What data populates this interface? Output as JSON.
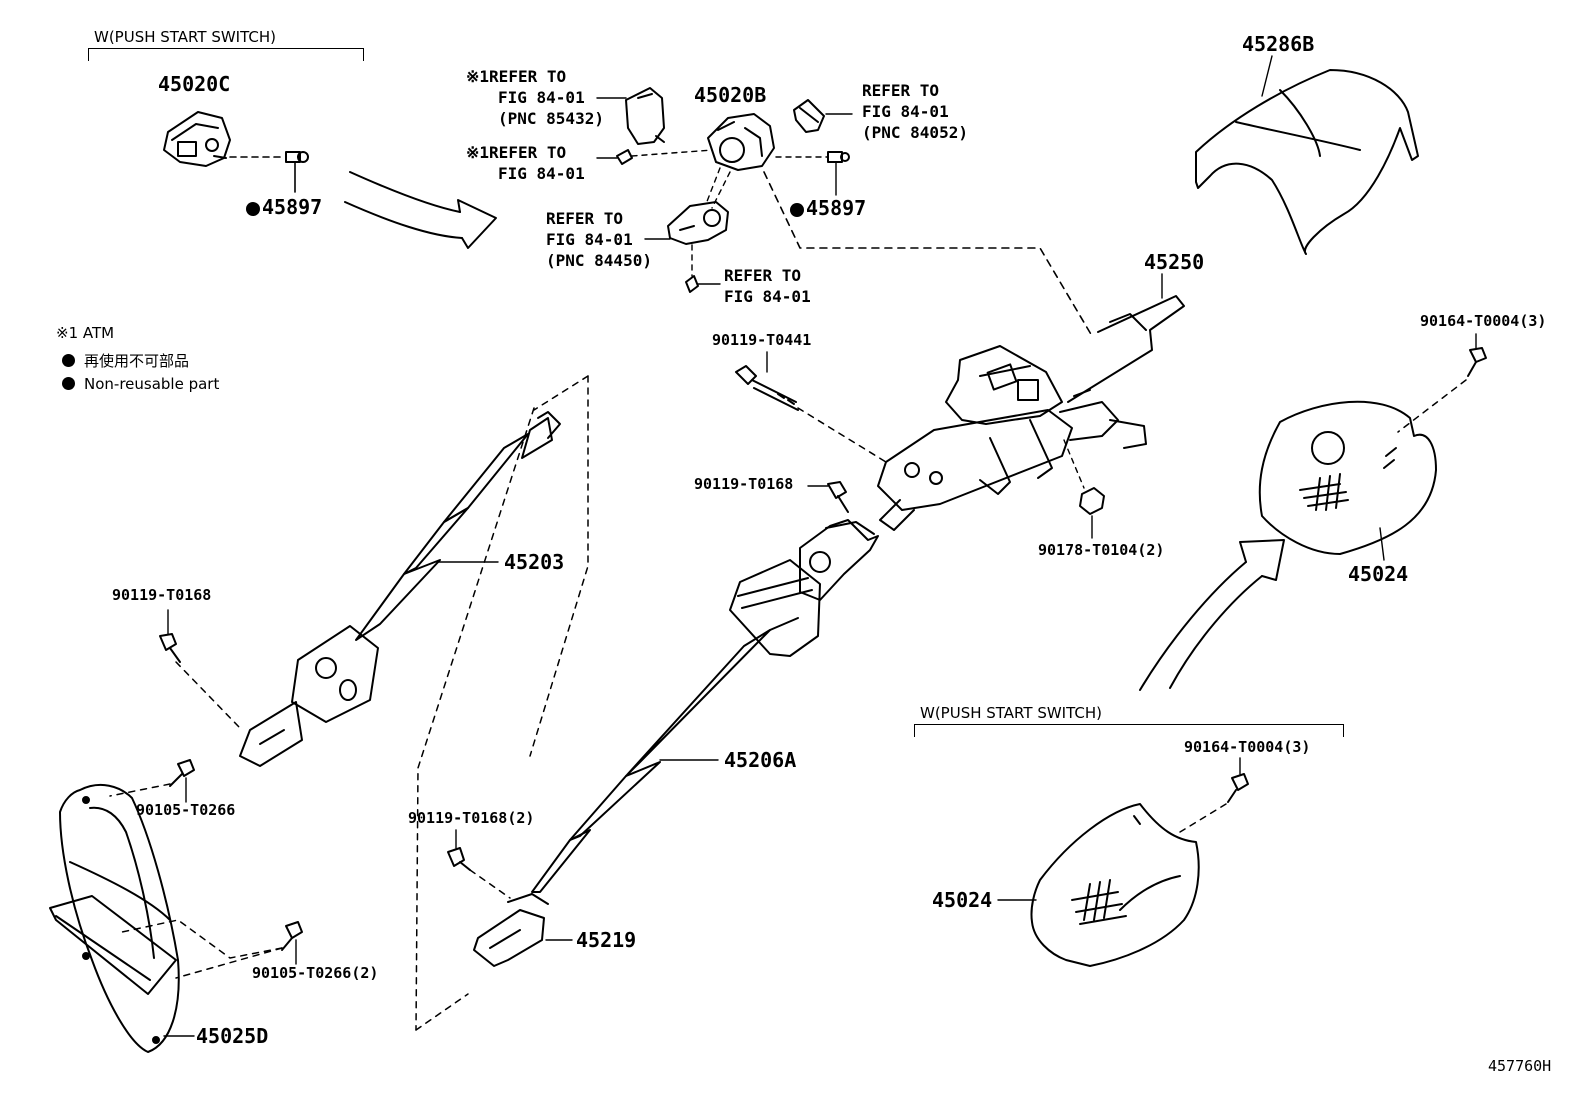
{
  "diagram_code": "457760H",
  "push_start_label_top": "W(PUSH START SWITCH)",
  "push_start_label_bottom": "W(PUSH START SWITCH)",
  "legend": {
    "mark_line": "※1 ATM",
    "non_reusable_jp": "再使用不可部品",
    "non_reusable_en": "Non-reusable part"
  },
  "parts": {
    "p45020C": "45020C",
    "p45897_left": "45897",
    "p45020B": "45020B",
    "p45897_right": "45897",
    "p45286B": "45286B",
    "p45250": "45250",
    "p90164_top": "90164-T0004(3)",
    "p90119_T0441": "90119-T0441",
    "p90119_T0168_mid": "90119-T0168",
    "p90178": "90178-T0104(2)",
    "p45024_right": "45024",
    "p45203": "45203",
    "p90119_T0168_left": "90119-T0168",
    "p90105_T0266": "90105-T0266",
    "p45206A": "45206A",
    "p90119_T0168_2": "90119-T0168(2)",
    "p45219": "45219",
    "p90105_T0266_2": "90105-T0266(2)",
    "p45025D": "45025D",
    "p90164_bottom": "90164-T0004(3)",
    "p45024_bottom": "45024"
  },
  "references": {
    "r1_mark": "※1",
    "r1_a": "REFER TO",
    "r1_b": "FIG 84-01",
    "r1_c": "(PNC 85432)",
    "r2_mark": "※1",
    "r2_a": "REFER TO",
    "r2_b": "FIG 84-01",
    "r3_a": "REFER TO",
    "r3_b": "FIG 84-01",
    "r3_c": "(PNC 84052)",
    "r4_a": "REFER TO",
    "r4_b": "FIG 84-01",
    "r4_c": "(PNC 84450)",
    "r5_a": "REFER TO",
    "r5_b": "FIG 84-01"
  }
}
